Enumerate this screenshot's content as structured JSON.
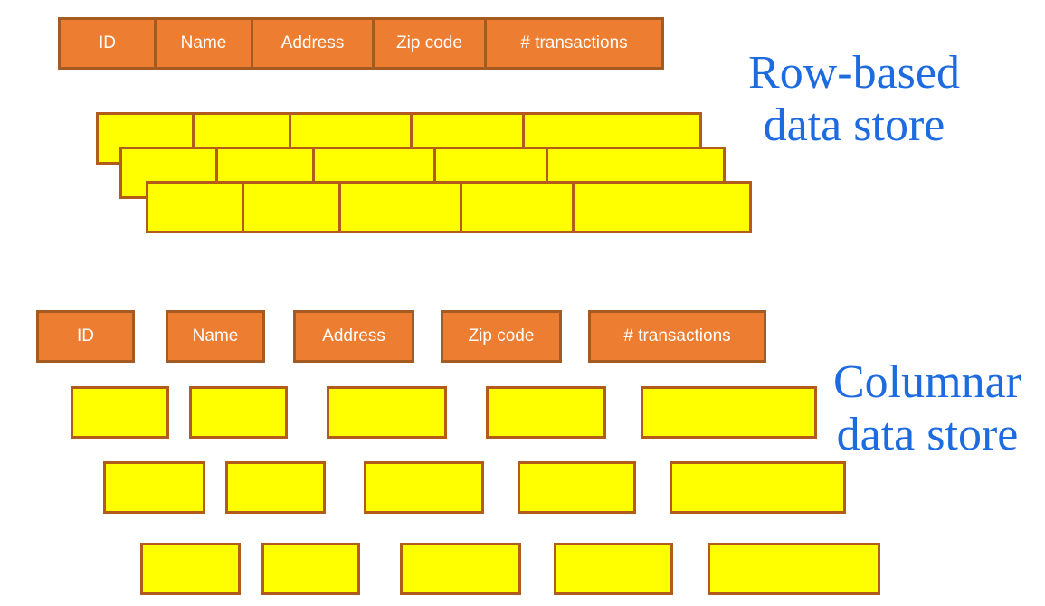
{
  "columns": [
    "ID",
    "Name",
    "Address",
    "Zip code",
    "# transactions"
  ],
  "labels": {
    "row_based_line1": "Row-based",
    "row_based_line2": "data store",
    "columnar_line1": "Columnar",
    "columnar_line2": "data store"
  },
  "structure": {
    "row_store_data_rows": 3,
    "columnar_store_data_rows": 3,
    "cells_per_record": 5
  },
  "colors": {
    "page_bg": "#FFFFFF",
    "header_fill": "#ED7D31",
    "header_border": "#A55A21",
    "header_text": "#FFFFFF",
    "cell_fill": "#FFFF00",
    "cell_border": "#B35B1B",
    "label_text": "#1E6BE0"
  }
}
